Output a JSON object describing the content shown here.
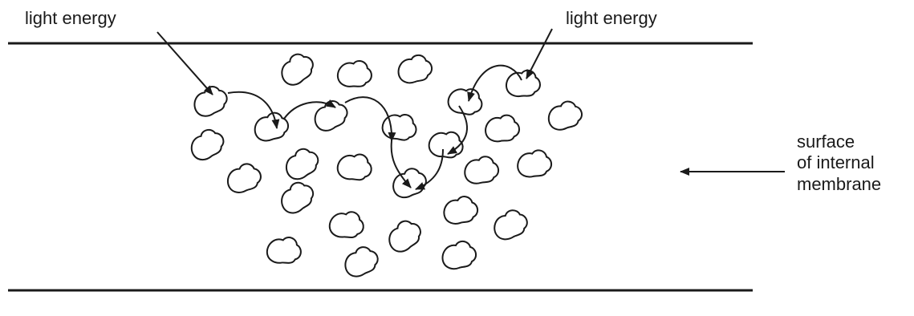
{
  "labels": {
    "light_energy_left": "light energy",
    "light_energy_right": "light energy",
    "surface": {
      "line1": "surface",
      "line2": "of internal",
      "line3": "membrane"
    }
  },
  "colors": {
    "ink": "#1a1a1a",
    "background": "#ffffff"
  }
}
